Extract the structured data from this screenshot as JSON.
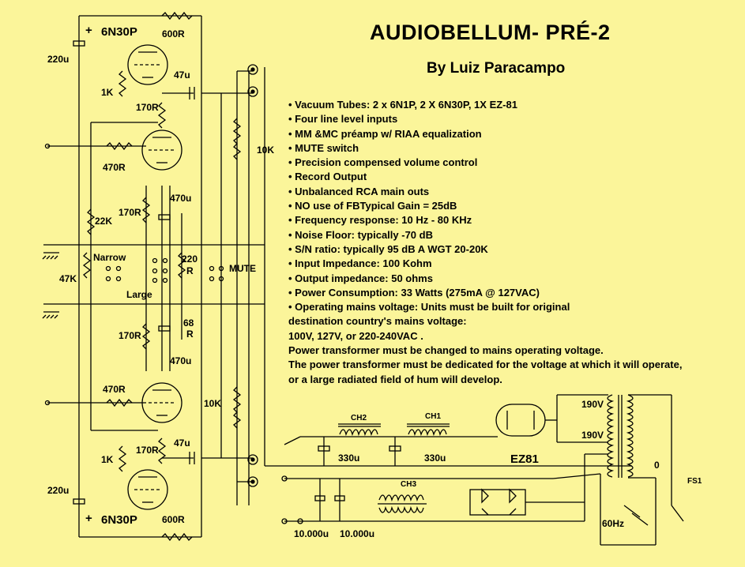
{
  "title": "AUDIOBELLUM- PRÉ-2",
  "author": "By Luiz Paracampo",
  "specs": [
    "•  Vacuum Tubes: 2 x 6N1P,  2 X 6N30P,  1X EZ-81",
    "•  Four line level inputs",
    "•  MM &MC  préamp w/ RIAA equalization",
    "•  MUTE switch",
    "•  Precision compensed volume control",
    "•  Record Output",
    "•  Unbalanced RCA main outs",
    "•  NO use of FBTypical Gain = 25dB",
    "•  Frequency response: 10 Hz - 80 KHz",
    "•  Noise Floor: typically -70 dB",
    "•  S/N ratio: typically 95 dB A WGT 20-20K",
    "•  Input Impedance: 100 Kohm",
    "•  Output impedance: 50 ohms",
    "•  Power Consumption: 33 Watts (275mA @ 127VAC)",
    "•  Operating mains voltage: Units must be built for original",
    "destination country's mains voltage:",
    "100V, 127V, or 220-240VAC .",
    "Power transformer must be changed to mains operating voltage.",
    "The power transformer must be dedicated for the voltage at which it will operate,",
    " or a large radiated field of hum  will develop."
  ],
  "labels": {
    "tube_top": "6N30P",
    "tube_bottom": "6N30P",
    "plus_top": "+",
    "plus_bottom": "+",
    "r600_top": "600R",
    "r600_bottom": "600R",
    "c220_top": "220u",
    "c220_bottom": "220u",
    "c47_top": "47u",
    "c47_bottom": "47u",
    "r1k_top": "1K",
    "r1k_bottom": "1K",
    "r170_1": "170R",
    "r170_2": "170R",
    "r170_3": "170R",
    "r170_4": "170R",
    "r470_top": "470R",
    "r470_bottom": "470R",
    "c470_top": "470u",
    "c470_bottom": "470u",
    "r22k": "22K",
    "r47k": "47K",
    "narrow": "Narrow",
    "large": "Large",
    "r220": "220",
    "r220_unit": "R",
    "r68": "68",
    "r68_unit": "R",
    "mute": "MUTE",
    "r10k_top": "10K",
    "r10k_bottom": "10K",
    "ch2": "CH2",
    "ch1": "CH1",
    "ch3": "CH3",
    "c330_1": "330u",
    "c330_2": "330u",
    "c10000_1": "10.000u",
    "c10000_2": "10.000u",
    "ez81": "EZ81",
    "v190_1": "190V",
    "v190_2": "190V",
    "zero": "0",
    "fs1": "FS1",
    "hz60": "60Hz"
  },
  "colors": {
    "background": "#fbf59a",
    "ink": "#000000"
  }
}
